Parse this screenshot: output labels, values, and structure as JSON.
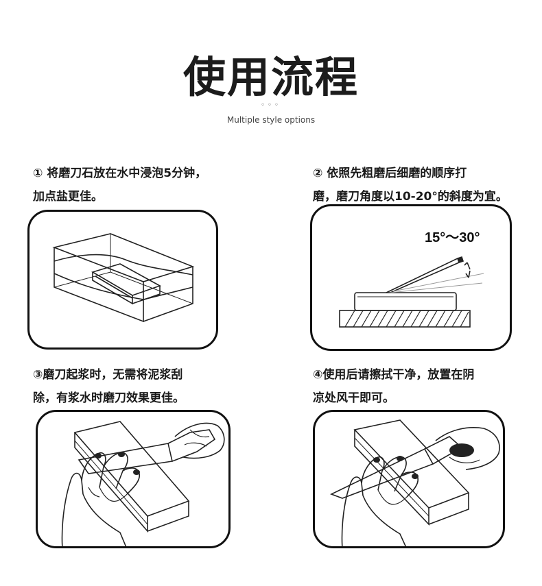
{
  "header": {
    "title": "使用流程",
    "dots": "◦◦◦",
    "subtitle": "Multiple style options"
  },
  "steps": [
    {
      "line1": "① 将磨刀石放在水中浸泡5分钟，",
      "line2": "加点盐更佳。"
    },
    {
      "line1": "② 依照先粗磨后细磨的顺序打",
      "line2": "磨，磨刀角度以10-20°的斜度为宜。"
    },
    {
      "line1": "③磨刀起浆时，无需将泥浆刮",
      "line2": "除，有浆水时磨刀效果更佳。"
    },
    {
      "line1": "④使用后请擦拭干净，放置在阴",
      "line2": "凉处风干即可。"
    }
  ],
  "angle_label": "15°～30°"
}
